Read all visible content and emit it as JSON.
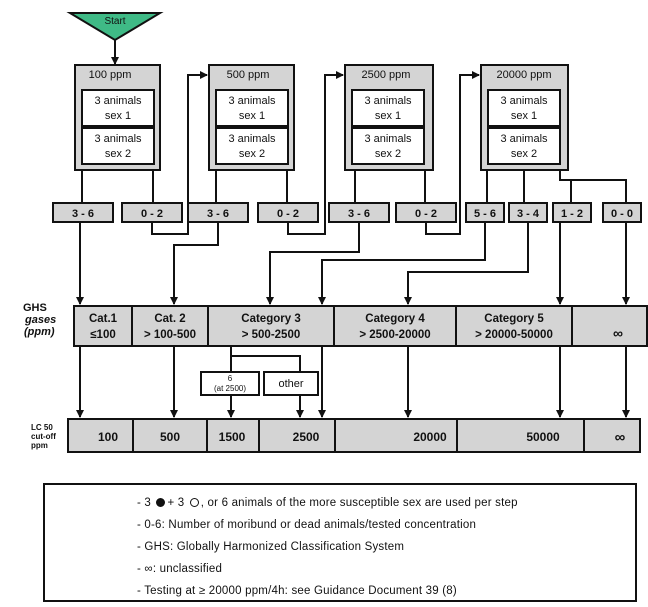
{
  "start": {
    "label": "Start"
  },
  "steps": [
    {
      "conc": "100 ppm",
      "box1_a": "3 animals",
      "box1_b": "sex 1",
      "box2_a": "3 animals",
      "box2_b": "sex 2"
    },
    {
      "conc": "500 ppm",
      "box1_a": "3 animals",
      "box1_b": "sex 1",
      "box2_a": "3 animals",
      "box2_b": "sex 2"
    },
    {
      "conc": "2500 ppm",
      "box1_a": "3 animals",
      "box1_b": "sex 1",
      "box2_a": "3 animals",
      "box2_b": "sex 2"
    },
    {
      "conc": "20000 ppm",
      "box1_a": "3 animals",
      "box1_b": "sex 1",
      "box2_a": "3 animals",
      "box2_b": "sex 2"
    }
  ],
  "outcomes": [
    "3 - 6",
    "0 - 2",
    "3 - 6",
    "0 - 2",
    "3 - 6",
    "0 - 2",
    "5 - 6",
    "3 - 4",
    "1 - 2",
    "0 - 0"
  ],
  "ghs": {
    "label_1": "GHS",
    "label_2": "gases",
    "label_3": "(ppm)",
    "categories": [
      {
        "name": "Cat.1",
        "range": "≤100"
      },
      {
        "name": "Cat. 2",
        "range": "> 100-500"
      },
      {
        "name": "Category 3",
        "range": "> 500-2500"
      },
      {
        "name": "Category  4",
        "range": "> 2500-20000"
      },
      {
        "name": "Category  5",
        "range": "> 20000-50000"
      },
      {
        "name": "",
        "range": "∞"
      }
    ]
  },
  "sub_boxes": {
    "six_a": "6",
    "six_b": "(at 2500)",
    "other": "other"
  },
  "lc50": {
    "label_1": "LC 50",
    "label_2": "cut-off",
    "label_3": "ppm",
    "values": [
      "100",
      "500",
      "1500",
      "2500",
      "20000",
      "50000",
      "∞"
    ]
  },
  "legend": {
    "line1_a": "- 3",
    "line1_b": "+ 3",
    "line1_c": ", or 6  animals of the more susceptible sex  are used per step",
    "line2": "- 0-6: Number of moribund or dead animals/tested   concentration",
    "line3": "- GHS: Globally   Harmonized  Classification  System",
    "line4": "- ∞: unclassified",
    "line5": "- Testing at ≥ 20000 ppm/4h:  see Guidance Document 39 (8)"
  },
  "colors": {
    "box_fill": "#d4d4d4",
    "start_fill": "#3fba86",
    "line": "#111111"
  }
}
